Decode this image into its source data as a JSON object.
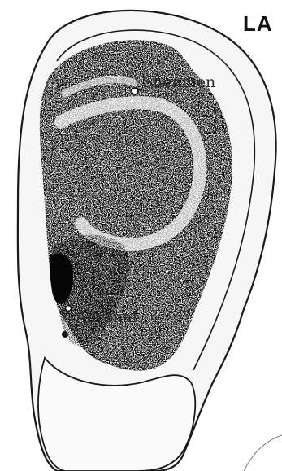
{
  "diagram": {
    "title": "LA",
    "points": [
      {
        "id": "shenmen",
        "label": "Shenmen"
      },
      {
        "id": "adrenal",
        "label": "Adrenal"
      }
    ]
  },
  "colors": {
    "ink": "#111111",
    "stipple": "#3a3a3a",
    "shade": "#cfcfcf",
    "paper": "#ffffff"
  }
}
